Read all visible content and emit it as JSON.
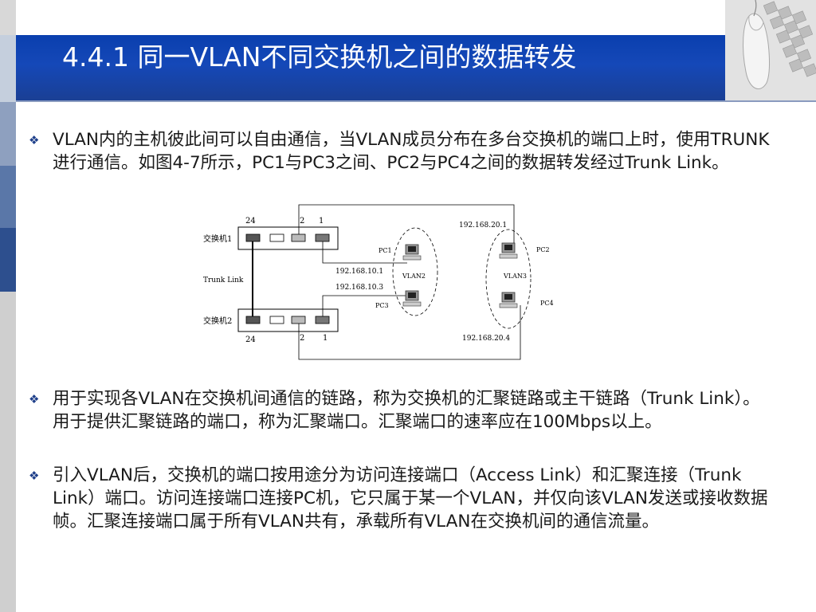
{
  "slide": {
    "title": "4.4.1  同一VLAN不同交换机之间的数据转发",
    "bullet_icon": "diamond-bullet-icon",
    "bullets": [
      "VLAN内的主机彼此间可以自由通信，当VLAN成员分布在多台交换机的端口上时，使用TRUNK进行通信。如图4-7所示，PC1与PC3之间、PC2与PC4之间的数据转发经过Trunk Link。",
      "用于实现各VLAN在交换机间通信的链路，称为交换机的汇聚链路或主干链路（Trunk Link）。用于提供汇聚链路的端口，称为汇聚端口。汇聚端口的速率应在100Mbps以上。",
      "引入VLAN后，交换机的端口按用途分为访问连接端口（Access Link）和汇聚连接（Trunk Link）端口。访问连接端口连接PC机，它只属于某一个VLAN，并仅向该VLAN发送或接收数据帧。汇聚连接端口属于所有VLAN共有，承载所有VLAN在交换机间的通信流量。"
    ]
  },
  "diagram": {
    "switch1": "交换机1",
    "switch2": "交换机2",
    "trunk": "Trunk Link",
    "port24": "24",
    "port2": "2",
    "port1": "1",
    "vlan2": "VLAN2",
    "vlan3": "VLAN3",
    "pc1": "PC1",
    "pc2": "PC2",
    "pc3": "PC3",
    "pc4": "PC4",
    "ip_pc1": "192.168.10.1",
    "ip_pc3": "192.168.10.3",
    "ip_pc2": "192.168.20.1",
    "ip_pc4": "192.168.20.4"
  },
  "colors": {
    "header": "#1548b8",
    "bullet": "#1e3f8a"
  }
}
